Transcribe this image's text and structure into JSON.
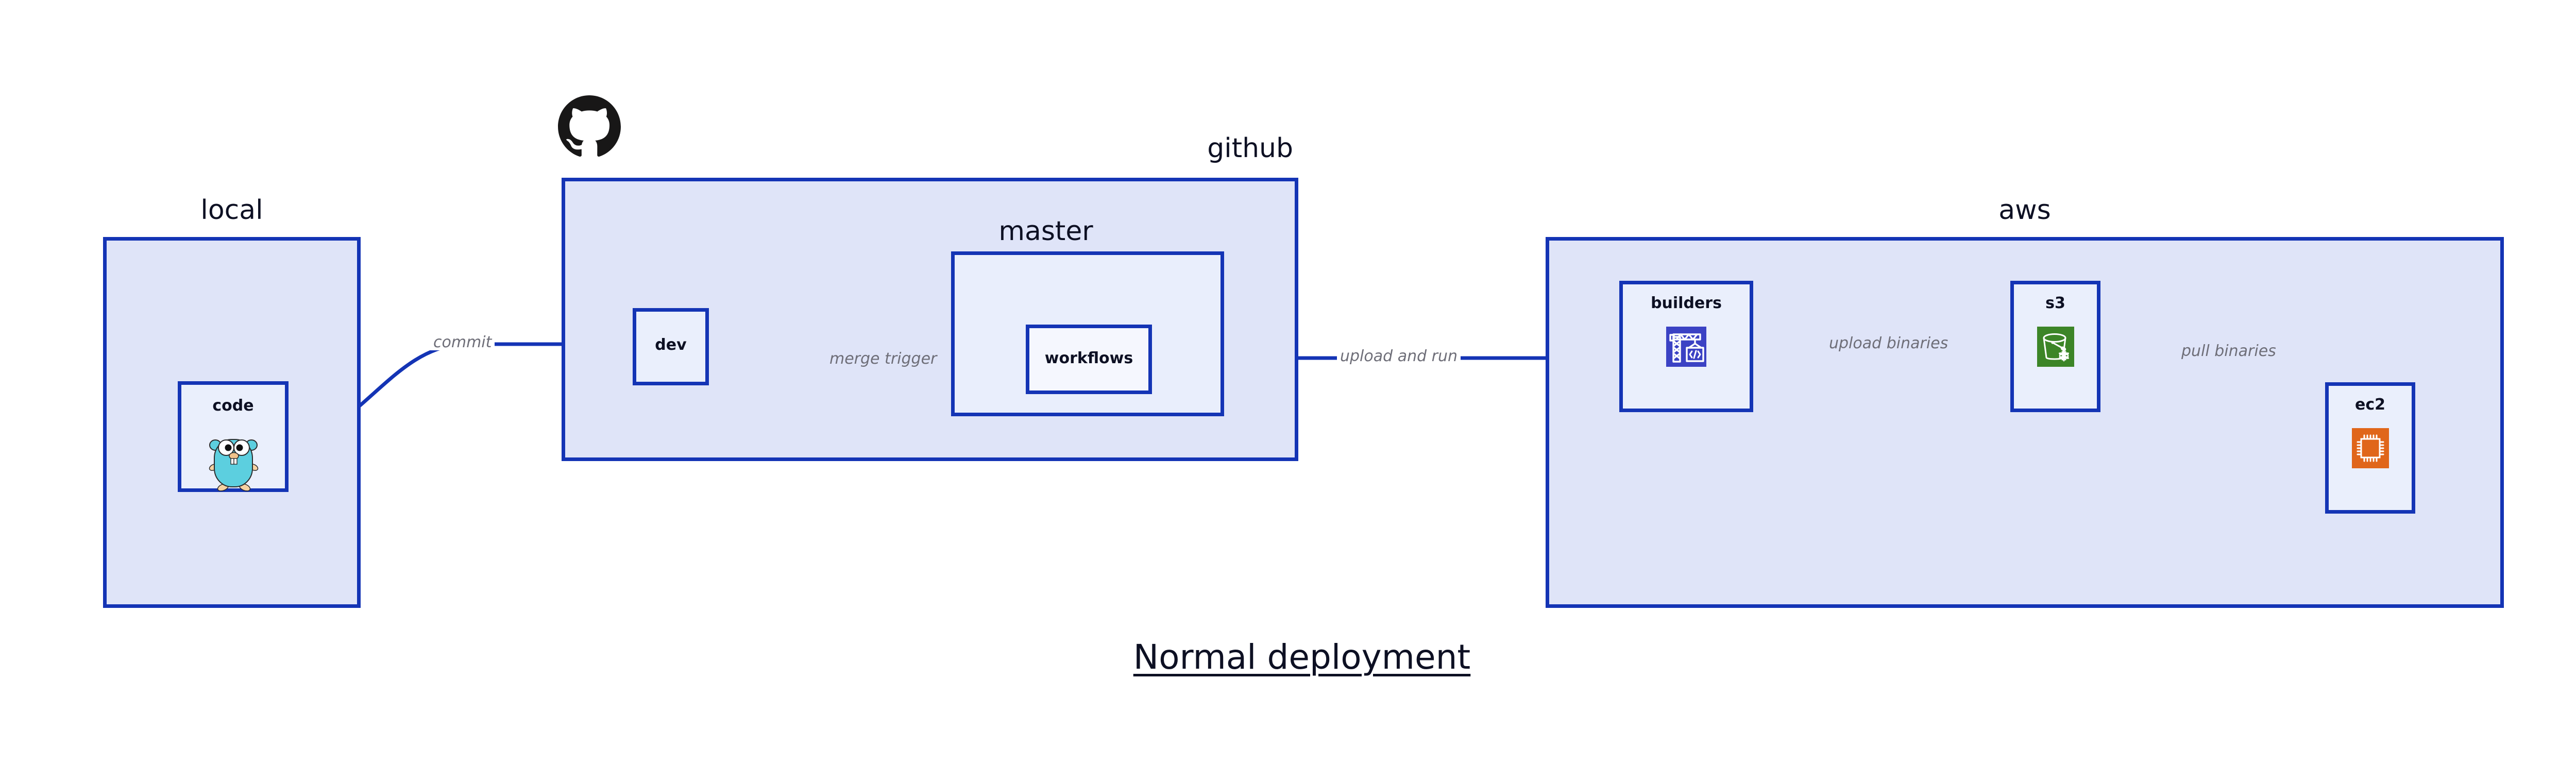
{
  "diagram": {
    "title": "Normal deployment",
    "accent_border": "#1434b5",
    "group_fill": "#dfe4f8",
    "sub_fill": "#e9eefc",
    "node_fill": "#eaeffc",
    "edge_label_color": "#6e6e78",
    "text_color": "#0d1023"
  },
  "groups": [
    {
      "id": "local",
      "label": "local",
      "label_align": "center"
    },
    {
      "id": "github",
      "label": "github",
      "label_align": "right"
    },
    {
      "id": "aws",
      "label": "aws",
      "label_align": "center"
    }
  ],
  "subgroups": [
    {
      "id": "master",
      "label": "master",
      "parent": "github"
    }
  ],
  "nodes": [
    {
      "id": "code",
      "label": "code",
      "parent": "local",
      "icon": "go-gopher-icon",
      "icon_color": "#5ccfdf"
    },
    {
      "id": "dev",
      "label": "dev",
      "parent": "github",
      "icon": null,
      "icon_color": null
    },
    {
      "id": "workflows",
      "label": "workflows",
      "parent": "master",
      "icon": null,
      "icon_color": null
    },
    {
      "id": "builders",
      "label": "builders",
      "parent": "aws",
      "icon": "codebuild-icon",
      "icon_color": "#3b42c4"
    },
    {
      "id": "s3",
      "label": "s3",
      "parent": "aws",
      "icon": "s3-bucket-icon",
      "icon_color": "#3c8527"
    },
    {
      "id": "ec2",
      "label": "ec2",
      "parent": "aws",
      "icon": "ec2-chip-icon",
      "icon_color": "#e0661a"
    }
  ],
  "edges": [
    {
      "id": "commit",
      "from": "code",
      "to": "dev",
      "label": "commit",
      "style": "curved"
    },
    {
      "id": "merge-trigger",
      "from": "dev",
      "to": "workflows",
      "label": "merge trigger",
      "style": "straight"
    },
    {
      "id": "upload-and-run",
      "from": "workflows",
      "to": "builders",
      "label": "upload and run",
      "style": "straight"
    },
    {
      "id": "upload-binaries",
      "from": "builders",
      "to": "s3",
      "label": "upload binaries",
      "style": "straight"
    },
    {
      "id": "pull-binaries",
      "from": "s3",
      "to": "ec2",
      "label": "pull binaries",
      "style": "curved"
    }
  ],
  "brand_icons": [
    {
      "id": "github-logo",
      "name": "github-octocat-icon",
      "color": "#181717"
    }
  ]
}
